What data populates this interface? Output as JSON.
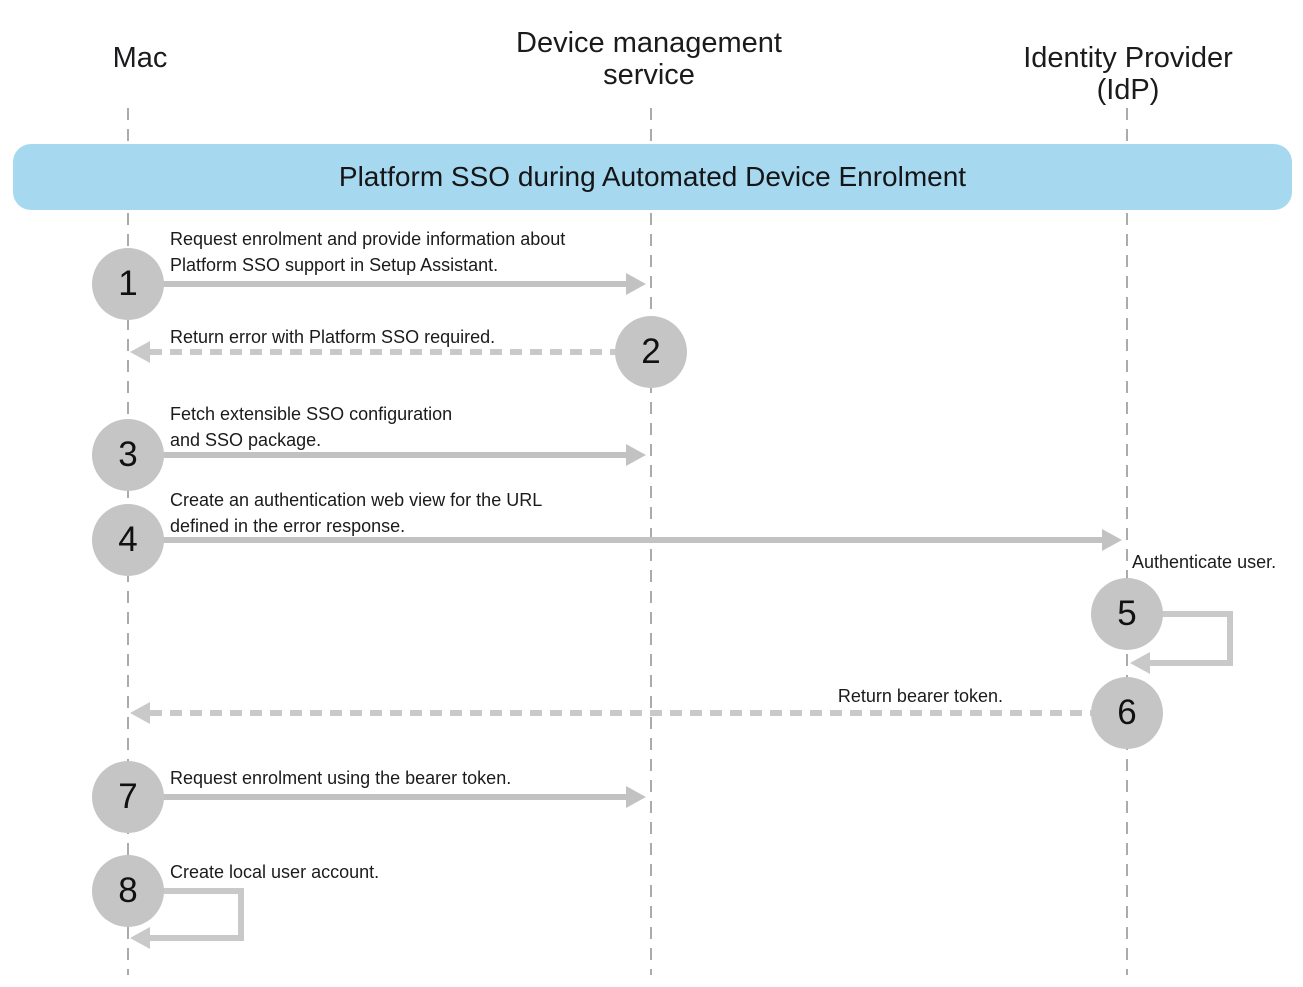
{
  "diagram": {
    "title": "Platform SSO during Automated Device Enrolment",
    "actors": [
      {
        "id": "mac",
        "label": "Mac"
      },
      {
        "id": "device-management-service",
        "label": "Device management\nservice"
      },
      {
        "id": "identity-provider",
        "label": "Identity Provider (IdP)"
      }
    ],
    "steps": [
      {
        "number": "1",
        "from": "Mac",
        "to": "Device management service",
        "line": "solid",
        "label": "Request enrolment and provide information about\nPlatform SSO support in Setup Assistant."
      },
      {
        "number": "2",
        "from": "Device management service",
        "to": "Mac",
        "line": "dashed",
        "label": "Return error with Platform SSO required."
      },
      {
        "number": "3",
        "from": "Mac",
        "to": "Device management service",
        "line": "solid",
        "label": "Fetch extensible SSO configuration\nand SSO package."
      },
      {
        "number": "4",
        "from": "Mac",
        "to": "Identity Provider (IdP)",
        "line": "solid",
        "label": "Create an authentication web view for the URL\ndefined in the error response."
      },
      {
        "number": "5",
        "from": "Identity Provider (IdP)",
        "to": "Identity Provider (IdP)",
        "line": "self-loop",
        "label": "Authenticate user."
      },
      {
        "number": "6",
        "from": "Identity Provider (IdP)",
        "to": "Mac",
        "line": "dashed",
        "label": "Return bearer token."
      },
      {
        "number": "7",
        "from": "Mac",
        "to": "Device management service",
        "line": "solid",
        "label": "Request enrolment using the bearer token."
      },
      {
        "number": "8",
        "from": "Mac",
        "to": "Mac",
        "line": "self-loop",
        "label": "Create local user account."
      }
    ],
    "colors": {
      "banner": "#a6d9f0",
      "circle": "#c5c5c5",
      "arrow": "#c2c2c2",
      "arrow-dash": "#c9c9c9",
      "loop": "#c9c9c9",
      "lifeline": "#ababab",
      "text": "#1b1b1d"
    }
  }
}
